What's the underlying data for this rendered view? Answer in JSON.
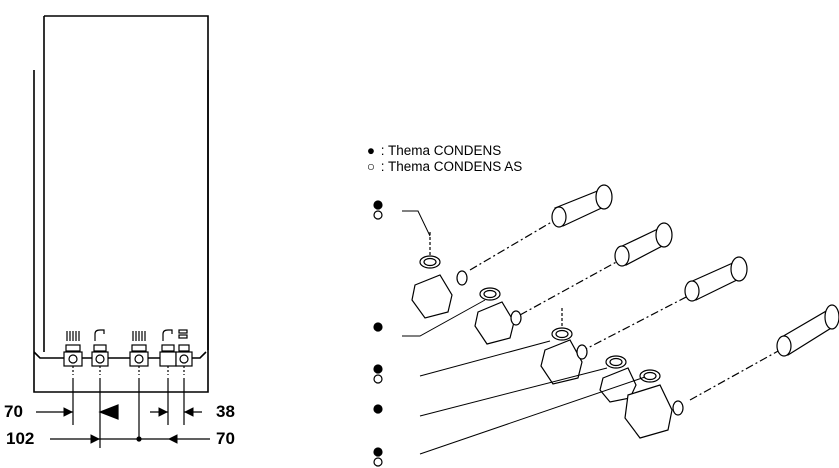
{
  "legend": {
    "filled_symbol": "●",
    "filled_label": " : Thema CONDENS",
    "open_symbol": "○",
    "open_label": " : Thema CONDENS AS"
  },
  "dimensions": {
    "top_left": "70",
    "top_right": "38",
    "bottom_left": "102",
    "bottom_right": "70"
  },
  "icons": [
    "radiator-icon",
    "tap-icon",
    "radiator-icon",
    "tap-icon",
    "gas-icon"
  ],
  "callouts": [
    {
      "markers": [
        "filled",
        "open"
      ]
    },
    {
      "markers": [
        "filled"
      ]
    },
    {
      "markers": [
        "filled",
        "open"
      ]
    },
    {
      "markers": [
        "filled"
      ]
    },
    {
      "markers": [
        "filled",
        "open"
      ]
    }
  ],
  "colors": {
    "line": "#000000",
    "fill": "#ffffff"
  }
}
